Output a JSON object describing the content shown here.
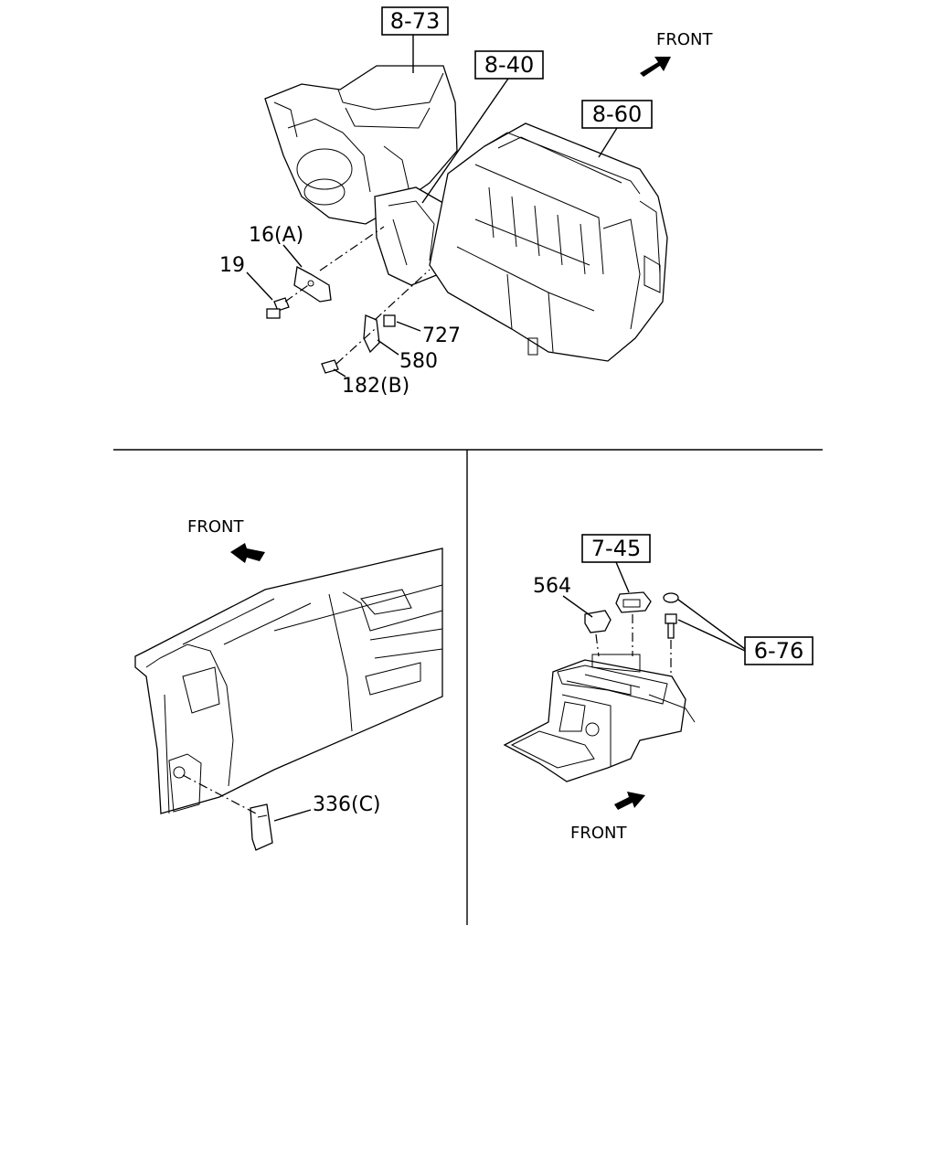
{
  "diagram": {
    "front_labels": [
      "FRONT",
      "FRONT",
      "FRONT"
    ],
    "reference_boxes": {
      "ref_8_73": "8-73",
      "ref_8_40": "8-40",
      "ref_8_60": "8-60",
      "ref_7_45": "7-45",
      "ref_6_76": "6-76"
    },
    "part_labels": {
      "p16a": "16(A)",
      "p19": "19",
      "p727": "727",
      "p580": "580",
      "p182b": "182(B)",
      "p336c": "336(C)",
      "p564": "564"
    }
  }
}
